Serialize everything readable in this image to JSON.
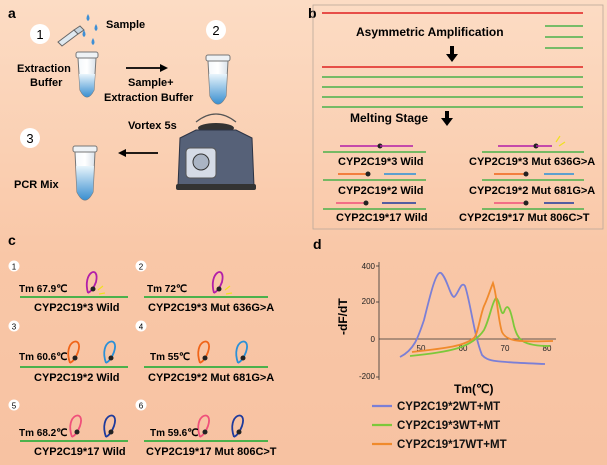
{
  "panels": {
    "a": "a",
    "b": "b",
    "c": "c",
    "d": "d"
  },
  "panel_a": {
    "steps": [
      "1",
      "2",
      "3"
    ],
    "sample": "Sample",
    "extraction_buffer": [
      "Extraction",
      "Buffer"
    ],
    "sample_extraction": [
      "Sample+",
      "Extraction Buffer"
    ],
    "vortex": "Vortex 5s",
    "pcr_mix": "PCR Mix"
  },
  "panel_b": {
    "asym": "Asymmetric Amplification",
    "melting": "Melting Stage",
    "probes": [
      "CYP2C19*3 Wild",
      "CYP2C19*3 Mut 636G>A",
      "CYP2C19*2 Wild",
      "CYP2C19*2 Mut 681G>A",
      "CYP2C19*17 Wild",
      "CYP2C19*17 Mut 806C>T"
    ]
  },
  "panel_c": {
    "items": [
      {
        "n": "1",
        "tm": "Tm 67.9℃",
        "name": "CYP2C19*3 Wild"
      },
      {
        "n": "2",
        "tm": "Tm 72℃",
        "name": "CYP2C19*3 Mut 636G>A"
      },
      {
        "n": "3",
        "tm": "Tm 60.6℃",
        "name": "CYP2C19*2 Wild"
      },
      {
        "n": "4",
        "tm": "Tm 55℃",
        "name": "CYP2C19*2 Mut 681G>A"
      },
      {
        "n": "5",
        "tm": "Tm 68.2℃",
        "name": "CYP2C19*17 Wild"
      },
      {
        "n": "6",
        "tm": "Tm 59.6℃",
        "name": "CYP2C19*17 Mut 806C>T"
      }
    ]
  },
  "panel_d": {
    "ylabel": "-dF/dT",
    "xlabel": "Tm(℃)",
    "yticks": [
      "400",
      "200",
      "0",
      "-200"
    ],
    "xticks": [
      "50",
      "60",
      "70",
      "80"
    ],
    "legend": [
      "CYP2C19*2WT+MT",
      "CYP2C19*3WT+MT",
      "CYP2C19*17WT+MT"
    ],
    "colors": [
      "#7b7fd6",
      "#7cc83a",
      "#f08a2c"
    ]
  }
}
